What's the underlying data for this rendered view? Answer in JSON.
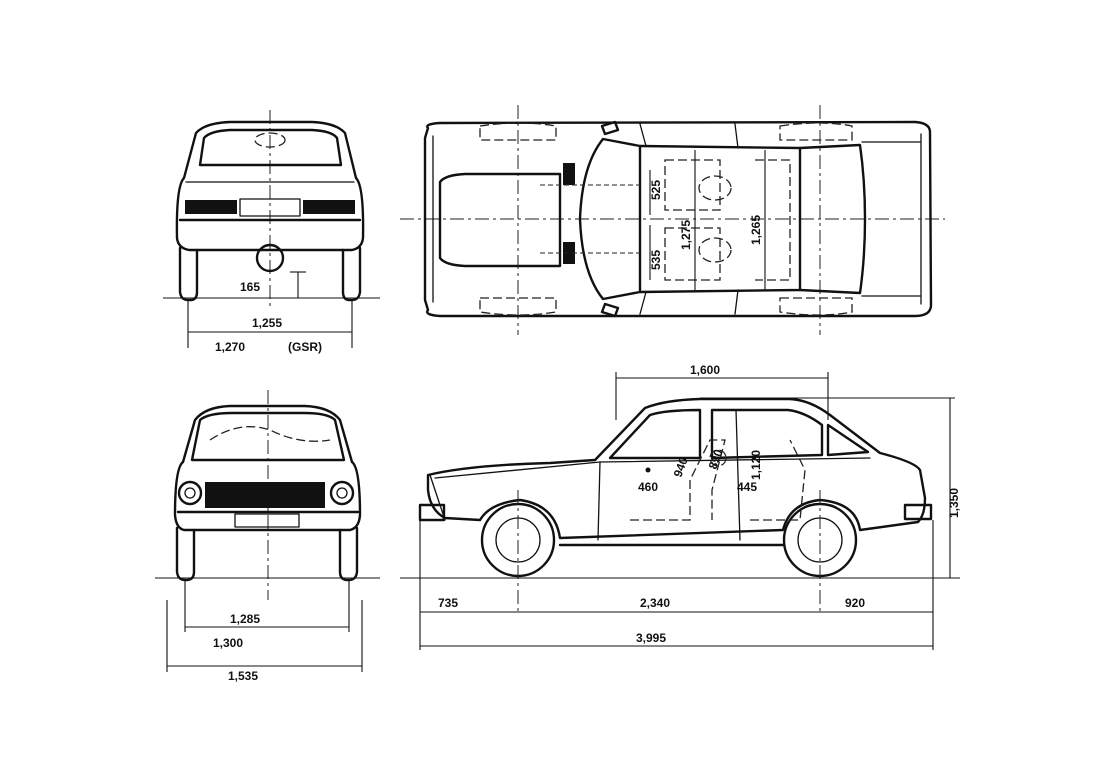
{
  "rear_view": {
    "labels": {
      "ground_clearance": "165",
      "rear_track": "1,255",
      "rear_track_alt": "1,270",
      "rear_track_alt_note": "(GSR)"
    }
  },
  "top_view": {
    "labels": {
      "front_seat_depth_1": "525",
      "front_seat_depth_2": "535",
      "cabin_width_front": "1,275",
      "cabin_width_rear": "1,265"
    }
  },
  "front_view": {
    "labels": {
      "front_track": "1,285",
      "front_track_alt": "1,300",
      "overall_width": "1,535"
    }
  },
  "side_view": {
    "labels": {
      "cabin_length": "1,600",
      "front_headroom": "940",
      "front_seat_height": "460",
      "rear_headroom": "890",
      "rear_legroom": "1,120",
      "rear_seat_height": "445",
      "overall_height": "1,350",
      "front_overhang": "735",
      "wheelbase": "2,340",
      "rear_overhang": "920",
      "overall_length": "3,995"
    }
  }
}
